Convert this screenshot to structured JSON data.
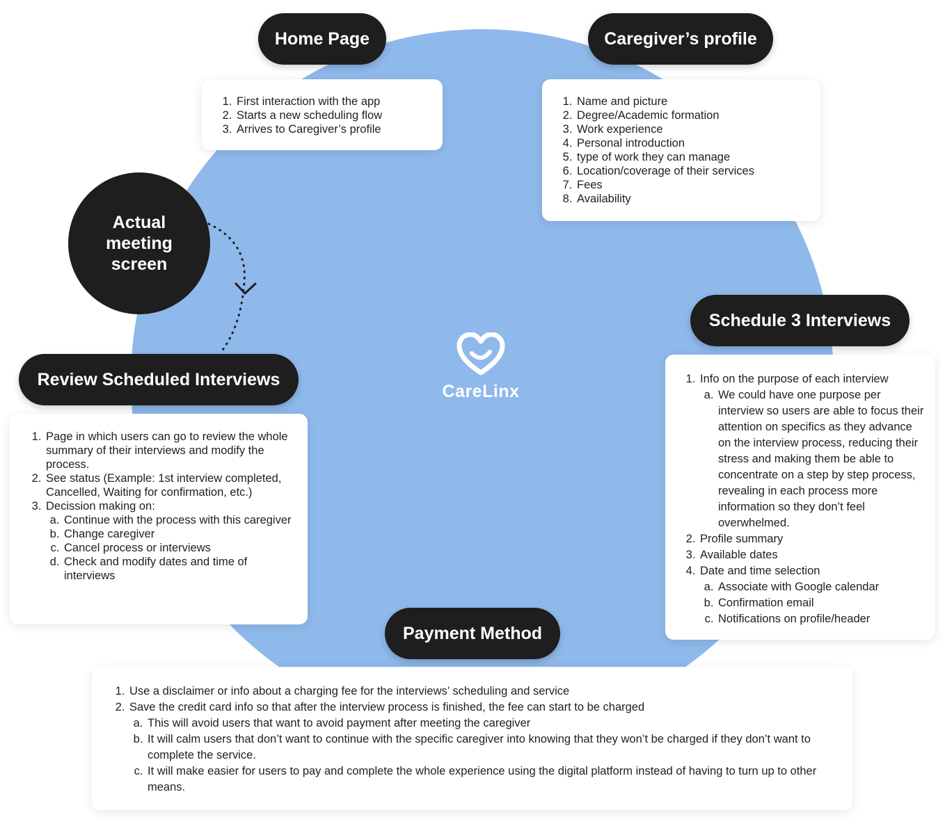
{
  "center_logo": {
    "text": "CareLinx",
    "icon": "heart-icon"
  },
  "actual_meeting": {
    "label": "Actual meeting screen"
  },
  "home_page": {
    "title": "Home Page",
    "items": [
      "First interaction with the app",
      "Starts a new scheduling flow",
      "Arrives to Caregiver’s profile"
    ]
  },
  "caregiver_profile": {
    "title": "Caregiver’s profile",
    "items": [
      "Name and picture",
      "Degree/Academic formation",
      "Work experience",
      "Personal introduction",
      "type of work they can manage",
      "Location/coverage of their services",
      "Fees",
      "Availability"
    ]
  },
  "schedule": {
    "title": "Schedule 3 Interviews",
    "items": [
      {
        "text": "Info on the purpose of each interview",
        "sub": [
          "We could have one purpose per interview so users are able to focus their attention on specifics as they advance on the interview process, reducing their stress and making them be able to concentrate on a step by step process, revealing in each process more information so they don’t feel overwhelmed."
        ]
      },
      {
        "text": "Profile summary",
        "sub": []
      },
      {
        "text": "Available dates",
        "sub": []
      },
      {
        "text": "Date and time selection",
        "sub": [
          "Associate with Google calendar",
          "Confirmation email",
          "Notifications on profile/header"
        ]
      }
    ]
  },
  "review": {
    "title": "Review Scheduled Interviews",
    "items": [
      {
        "text": "Page in which users can go to review the whole summary of their interviews and modify the process.",
        "sub": []
      },
      {
        "text": "See status (Example: 1st interview completed, Cancelled, Waiting for confirmation, etc.)",
        "sub": []
      },
      {
        "text": "Decission making on:",
        "sub": [
          "Continue with the process with this caregiver",
          "Change caregiver",
          "Cancel process or interviews",
          "Check and modify dates and time of interviews"
        ]
      }
    ]
  },
  "payment": {
    "title": "Payment Method",
    "items": [
      {
        "text": "Use a disclaimer or info about a charging fee for the interviews’ scheduling and service",
        "sub": []
      },
      {
        "text": "Save the credit card info so that after the interview process is finished, the fee can start to be charged",
        "sub": [
          "This will avoid users that want to avoid payment after meeting the caregiver",
          "It will calm users that don’t want to continue with the specific caregiver into knowing that they won’t be charged if they don’t want to complete the service.",
          "It will make easier for users to pay and complete the whole experience using the digital platform instead of having to turn up to other means."
        ]
      }
    ]
  },
  "colors": {
    "circle": "#8fb8eb",
    "pill": "#1e1e1e",
    "card": "#ffffff"
  }
}
